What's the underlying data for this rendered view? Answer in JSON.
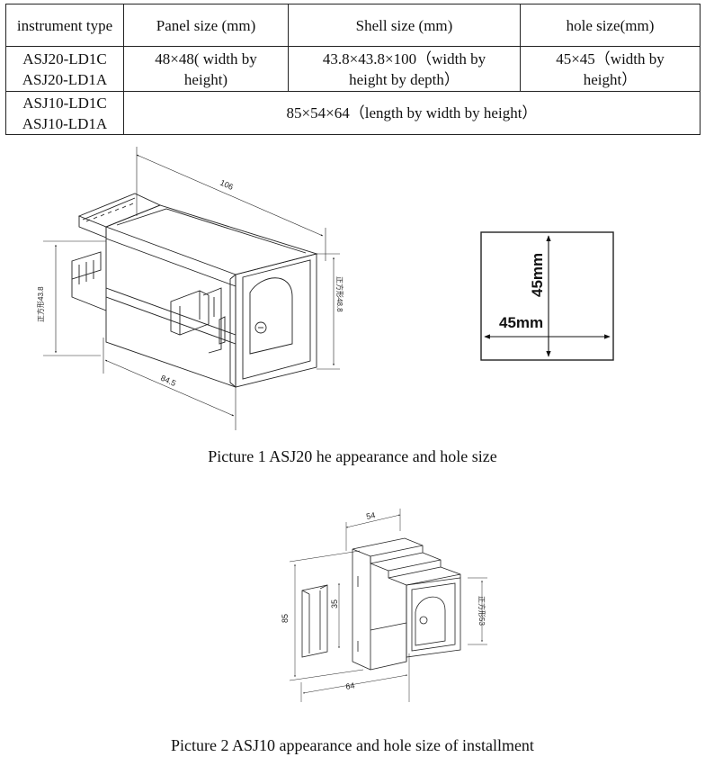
{
  "table": {
    "headers": [
      "instrument type",
      "Panel size (mm)",
      "Shell size (mm)",
      "hole size(mm)"
    ],
    "rows": [
      {
        "model_1": "ASJ20-LD1C",
        "model_2": "ASJ20-LD1A",
        "panel_1": "48×48( width by",
        "panel_2": "height)",
        "shell_1": "43.8×43.8×100（width by",
        "shell_2": "height by depth）",
        "hole_1": "45×45（width by",
        "hole_2": "height）"
      },
      {
        "model_1": "ASJ10-LD1C",
        "model_2": "ASJ10-LD1A",
        "merged": "85×54×64（length by width by height）"
      }
    ]
  },
  "figure1": {
    "dim_length": "106",
    "dim_depth": "84.5",
    "dim_left": "正方形43.8",
    "dim_right": "正方形48.8",
    "hole_height": "45mm",
    "hole_width": "45mm"
  },
  "caption1": "Picture 1 ASJ20 he appearance and hole size",
  "figure2": {
    "dim_top": "54",
    "dim_rail": "35",
    "dim_height": "85",
    "dim_bottom": "64",
    "dim_right": "正方形53"
  },
  "caption2": "Picture 2    ASJ10 appearance and hole size of installment"
}
